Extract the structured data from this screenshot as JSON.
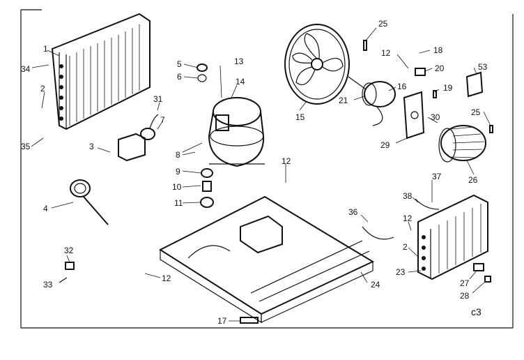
{
  "parts": {
    "p1": "1",
    "p2": "2",
    "p3": "3",
    "p4": "4",
    "p5": "5",
    "p6": "6",
    "p7": "7",
    "p8": "8",
    "p9": "9",
    "p10": "10",
    "p11": "11",
    "p12": "12",
    "p13": "13",
    "p14": "14",
    "p15": "15",
    "p16": "16",
    "p17": "17",
    "p18": "18",
    "p19": "19",
    "p20": "20",
    "p21": "21",
    "p23": "23",
    "p24": "24",
    "p25": "25",
    "p26": "26",
    "p27": "27",
    "p28": "28",
    "p29": "29",
    "p30": "30",
    "p31": "31",
    "p32": "32",
    "p33": "33",
    "p34": "34",
    "p35": "35",
    "p36": "36",
    "p37": "37",
    "p38": "38",
    "p53": "53"
  },
  "corner_mark": "c3"
}
